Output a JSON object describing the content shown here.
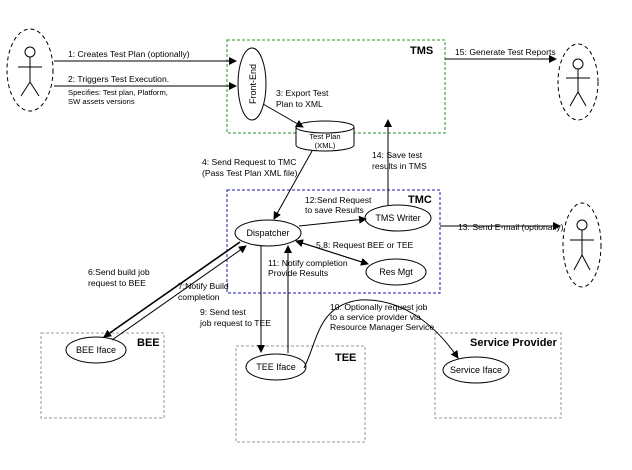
{
  "colors": {
    "tms": "#2e8b2e",
    "tmc": "#1a1aa8",
    "bee": "#c07ad8",
    "tee": "#c07ad8",
    "service_provider": "#c07ad8",
    "gray_box": "#9a9a9a"
  },
  "boxes": {
    "tms": "TMS",
    "tmc": "TMC",
    "bee": "BEE",
    "tee": "TEE",
    "service_provider": "Service Provider"
  },
  "nodes": {
    "front_end": "Front-End",
    "test_plan_line1": "Test Plan",
    "test_plan_line2": "(XML)",
    "dispatcher": "Dispatcher",
    "tms_writer": "TMS Writer",
    "res_mgt": "Res Mgt",
    "bee_iface": "BEE Iface",
    "tee_iface": "TEE Iface",
    "service_iface": "Service Iface"
  },
  "steps": {
    "s1": "1: Creates Test Plan (optionally)",
    "s2": "2: Triggers Test Execution.",
    "s2_detail_1": "Specifies: Test plan, Platform,",
    "s2_detail_2": "SW assets versions",
    "s3_1": "3: Export Test",
    "s3_2": "Plan to XML",
    "s4_1": "4: Send Request to TMC",
    "s4_2": "(Pass Test Plan XML file)",
    "s58": "5,8: Request BEE or TEE",
    "s6_1": "6:Send build job",
    "s6_2": "request to BEE",
    "s7_1": "7:Notify Build",
    "s7_2": "completion",
    "s9_1": "9: Send test",
    "s9_2": "job request to TEE",
    "s10_1": "10: Optionally request job",
    "s10_2": "to a service provider via",
    "s10_3": "Resource Manager Service",
    "s11_1": "11: Notify completion",
    "s11_2": "Provide Results",
    "s12_1": "12:Send Request",
    "s12_2": "to save Results",
    "s13": "13: Send E-mail (optionally)",
    "s14_1": "14: Save test",
    "s14_2": "results in TMS",
    "s15": "15: Generate Test Reports"
  }
}
